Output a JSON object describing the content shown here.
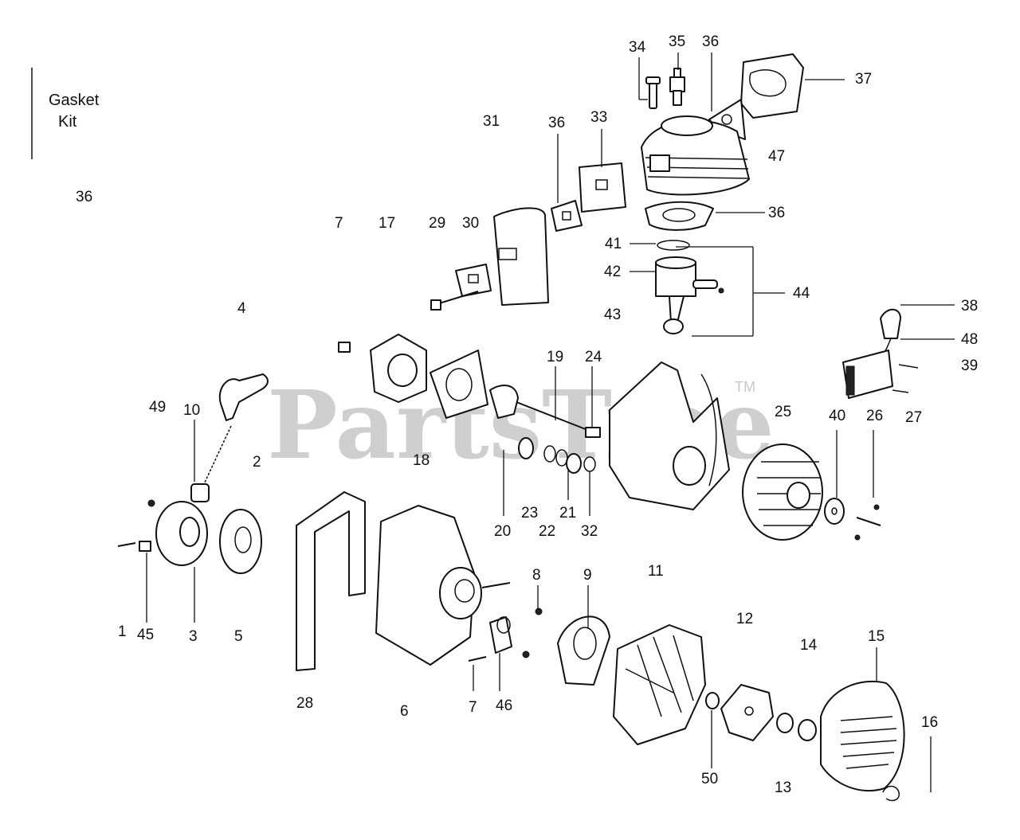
{
  "legend": {
    "line1": "Gasket",
    "line2": "Kit",
    "ref": "36"
  },
  "watermark": {
    "text": "PartsTree",
    "tm": "TM"
  },
  "labels": {
    "n1": "1",
    "n2": "2",
    "n3": "3",
    "n4": "4",
    "n5": "5",
    "n6": "6",
    "n7a": "7",
    "n7b": "7",
    "n8": "8",
    "n9": "9",
    "n10": "10",
    "n11": "11",
    "n12": "12",
    "n13": "13",
    "n14": "14",
    "n15": "15",
    "n16": "16",
    "n17": "17",
    "n18": "18",
    "n19": "19",
    "n20": "20",
    "n21": "21",
    "n22": "22",
    "n23": "23",
    "n24": "24",
    "n25": "25",
    "n26": "26",
    "n27": "27",
    "n28": "28",
    "n29": "29",
    "n30": "30",
    "n31": "31",
    "n32": "32",
    "n33": "33",
    "n34": "34",
    "n35": "35",
    "n36a": "36",
    "n36b": "36",
    "n36c": "36",
    "n37": "37",
    "n38": "38",
    "n39": "39",
    "n40": "40",
    "n41": "41",
    "n42": "42",
    "n43": "43",
    "n44": "44",
    "n45": "45",
    "n46": "46",
    "n47": "47",
    "n48": "48",
    "n49": "49",
    "n50": "50"
  }
}
